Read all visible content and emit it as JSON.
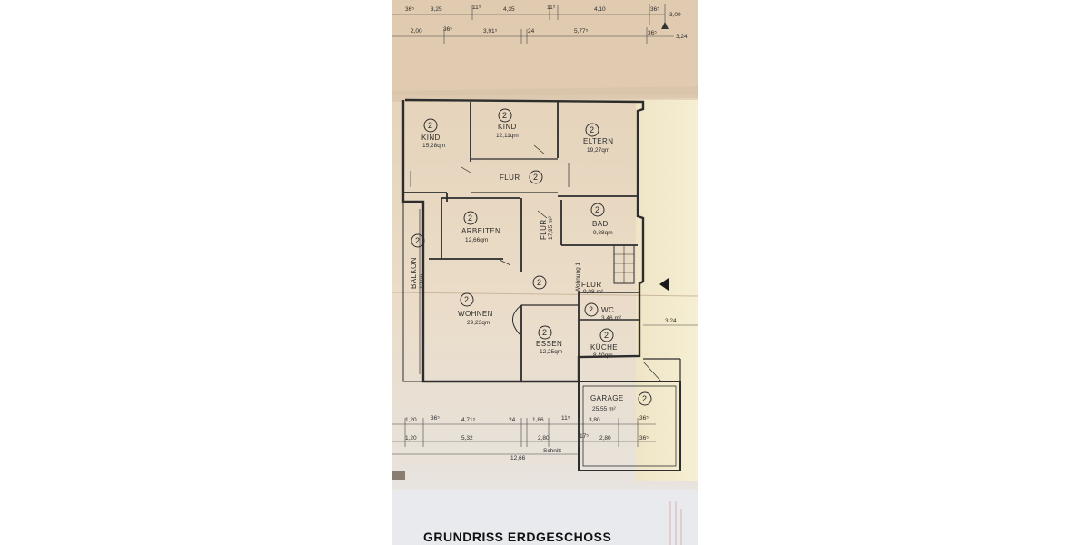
{
  "colors": {
    "paper_top": "#e7d3b8",
    "paper_mid": "#e9dac5",
    "paper_bottom": "#e5e6ea",
    "line": "#2d2d2d",
    "side_paper": "#f1e8c8"
  },
  "top_dims_row1": [
    "36⁵",
    "3,25",
    "11⁵",
    "4,35",
    "11⁵",
    "4,10",
    "36⁵",
    "3,00"
  ],
  "top_dims_row2": [
    "2,00",
    "36⁵",
    "3,91⁵",
    "24",
    "5,77⁵",
    "36⁵",
    "3,24"
  ],
  "rooms": [
    {
      "id": "kind1",
      "num": "2",
      "name": "KIND",
      "area": "15,28qm"
    },
    {
      "id": "kind2",
      "num": "2",
      "name": "KIND",
      "area": "12,11qm"
    },
    {
      "id": "eltern",
      "num": "2",
      "name": "ELTERN",
      "area": "19,27qm"
    },
    {
      "id": "flur_top",
      "num": "2",
      "name": "FLUR",
      "area": ""
    },
    {
      "id": "flur_v",
      "num": "",
      "name": "FLUR",
      "area": "17,95 m²"
    },
    {
      "id": "arbeiten",
      "num": "2",
      "name": "ARBEITEN",
      "area": "12,66qm"
    },
    {
      "id": "bad",
      "num": "2",
      "name": "BAD",
      "area": "9,88qm"
    },
    {
      "id": "balkon",
      "num": "2",
      "name": "BALKON",
      "area": "13,66"
    },
    {
      "id": "flur2",
      "num": "2",
      "name": "FLUR",
      "area": "9,08 m²"
    },
    {
      "id": "wohnung",
      "num": "",
      "name": "Wohnung 1",
      "area": ""
    },
    {
      "id": "wc",
      "num": "2",
      "name": "WC",
      "area": "3,46 m²"
    },
    {
      "id": "wohnen",
      "num": "2",
      "name": "WOHNEN",
      "area": "29,23qm"
    },
    {
      "id": "essen",
      "num": "2",
      "name": "ESSEN",
      "area": "12,25qm"
    },
    {
      "id": "kuche",
      "num": "2",
      "name": "KÜCHE",
      "area": "8,40qm"
    },
    {
      "id": "garage",
      "num": "2",
      "name": "GARAGE",
      "area": "25,55 m²"
    }
  ],
  "right_dim": "3,24",
  "bottom_dims_row1": [
    "1,20",
    "36⁵",
    "4,71⁵",
    "24",
    "1,86",
    "11⁵",
    "3,80",
    "36⁵"
  ],
  "bottom_dims_row2": [
    "1,20",
    "5,32",
    "2,80",
    "17⁵",
    "2,80",
    "36⁵"
  ],
  "bottom_total": "12,66",
  "section_label": "Schnitt",
  "title": "GRUNDRISS  ERDGESCHOSS"
}
